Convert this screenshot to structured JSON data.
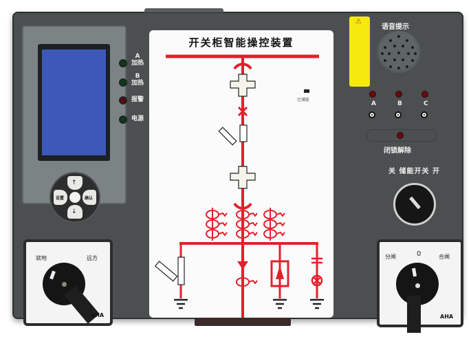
{
  "device": {
    "title": "开关柜智能操控装置",
    "colors": {
      "body": "#4b4f50",
      "panel": "#fbfbfb",
      "diagram_red": "#e3202c",
      "lcd": "#3d58b8",
      "warning_label": "#f5e90f"
    }
  },
  "indicators": [
    {
      "id": "heat-a",
      "label_top": "A",
      "label": "加热",
      "color": "green"
    },
    {
      "id": "heat-b",
      "label_top": "B",
      "label": "加热",
      "color": "green"
    },
    {
      "id": "alarm",
      "label_top": "",
      "label": "报警",
      "color": "red"
    },
    {
      "id": "power",
      "label_top": "",
      "label": "电源",
      "color": "green"
    }
  ],
  "keypad": {
    "left_label": "设置",
    "right_label": "确认",
    "up": "↑",
    "down": "↓"
  },
  "diagram": {
    "indicator_label": "已储能"
  },
  "voice": {
    "title": "语音提示"
  },
  "phases": {
    "labels": [
      "A",
      "B",
      "C"
    ]
  },
  "unlock": {
    "label": "闭锁解除"
  },
  "spring_switch": {
    "left": "关",
    "center": "储能开关",
    "right": "开"
  },
  "local_remote_switch": {
    "left_label": "就地",
    "right_label": "远方",
    "brand": "AHA"
  },
  "open_close_switch": {
    "left_label": "分闸",
    "center_label": "0",
    "right_label": "合闸",
    "brand": "AHA"
  }
}
